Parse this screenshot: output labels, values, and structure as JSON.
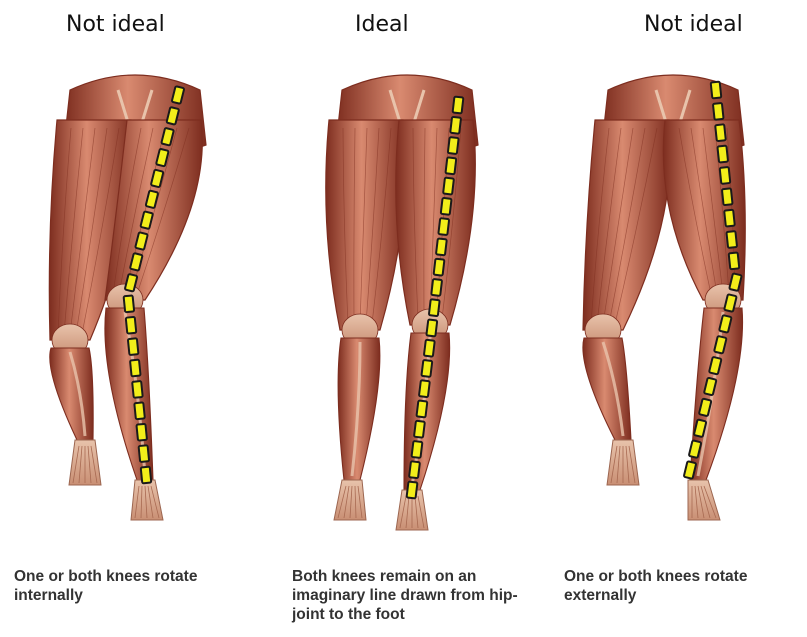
{
  "panels": [
    {
      "title": "Not ideal",
      "caption": "One or both knees rotate internally"
    },
    {
      "title": "Ideal",
      "caption": "Both knees remain on an imaginary line drawn from hip-joint to the foot"
    },
    {
      "title": "Not ideal",
      "caption": "One or both knees rotate externally"
    }
  ],
  "colors": {
    "muscle": "#b4553d",
    "muscle_dark": "#7d2d1f",
    "muscle_light": "#d98a70",
    "tendon": "#e8c3ab",
    "marker_fill": "#f2ee1a",
    "marker_stroke": "#1a1a1a"
  }
}
